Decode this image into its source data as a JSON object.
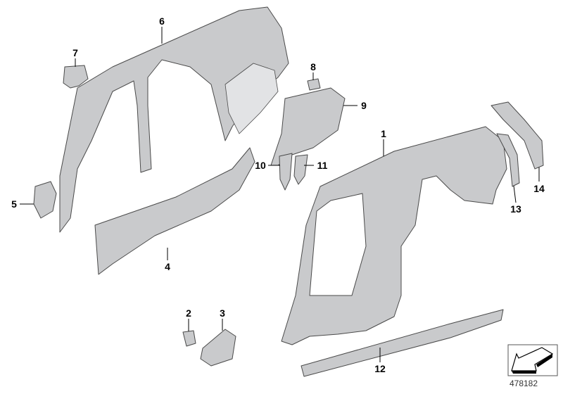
{
  "diagram": {
    "callouts": [
      {
        "id": "1",
        "label": "1"
      },
      {
        "id": "2",
        "label": "2"
      },
      {
        "id": "3",
        "label": "3"
      },
      {
        "id": "4",
        "label": "4"
      },
      {
        "id": "5",
        "label": "5"
      },
      {
        "id": "6",
        "label": "6"
      },
      {
        "id": "7",
        "label": "7"
      },
      {
        "id": "8",
        "label": "8"
      },
      {
        "id": "9",
        "label": "9"
      },
      {
        "id": "10",
        "label": "10"
      },
      {
        "id": "11",
        "label": "11"
      },
      {
        "id": "12",
        "label": "12"
      },
      {
        "id": "13",
        "label": "13"
      },
      {
        "id": "14",
        "label": "14"
      }
    ],
    "reference_number": "478182",
    "reference_icon": "arrow-down-left-icon",
    "part_color": "#c9cacc"
  }
}
